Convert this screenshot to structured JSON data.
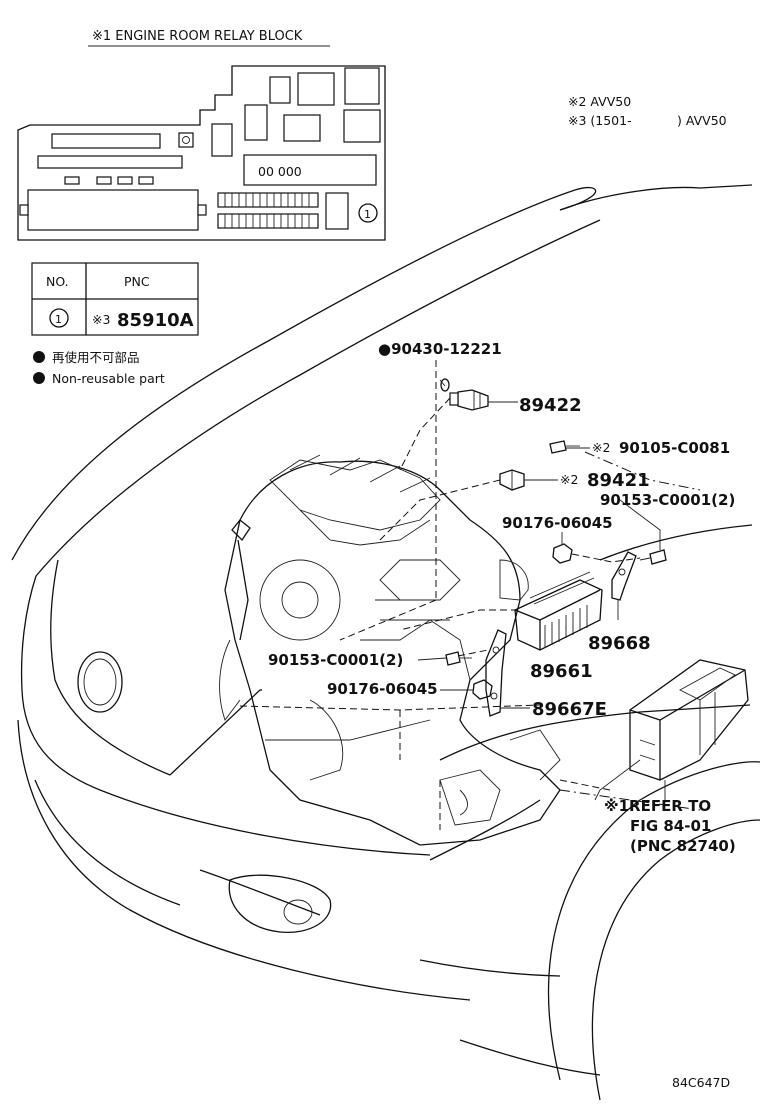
{
  "relay_block": {
    "title": "※1 ENGINE ROOM RELAY BLOCK",
    "circle_callout": "1",
    "fuse_text": "00 000"
  },
  "pnc_table": {
    "col_no": "NO.",
    "col_pnc": "PNC",
    "rows": [
      {
        "no": "1",
        "mark": "※3",
        "pnc": "85910A"
      }
    ]
  },
  "legend": {
    "jp": "再使用不可部品",
    "en": "Non-reusable part"
  },
  "notes": {
    "note2": "※2 AVV50",
    "note3_prefix": "※3 (1501-",
    "note3_suffix": ") AVV50"
  },
  "parts": {
    "p90430": "●90430-12221",
    "p89422": "89422",
    "p90105_mark": "※2",
    "p90105": "90105-C0081",
    "p89421_mark": "※2",
    "p89421": "89421",
    "p90153_right": "90153-C0001(2)",
    "p90176_top": "90176-06045",
    "p89668": "89668",
    "p90153_left": "90153-C0001(2)",
    "p89661": "89661",
    "p90176_bottom": "90176-06045",
    "p89667e": "89667E",
    "refer_line1": "※1REFER TO",
    "refer_line2": "FIG 84-01",
    "refer_line3": "(PNC 82740)"
  },
  "figure_code": "84C647D"
}
